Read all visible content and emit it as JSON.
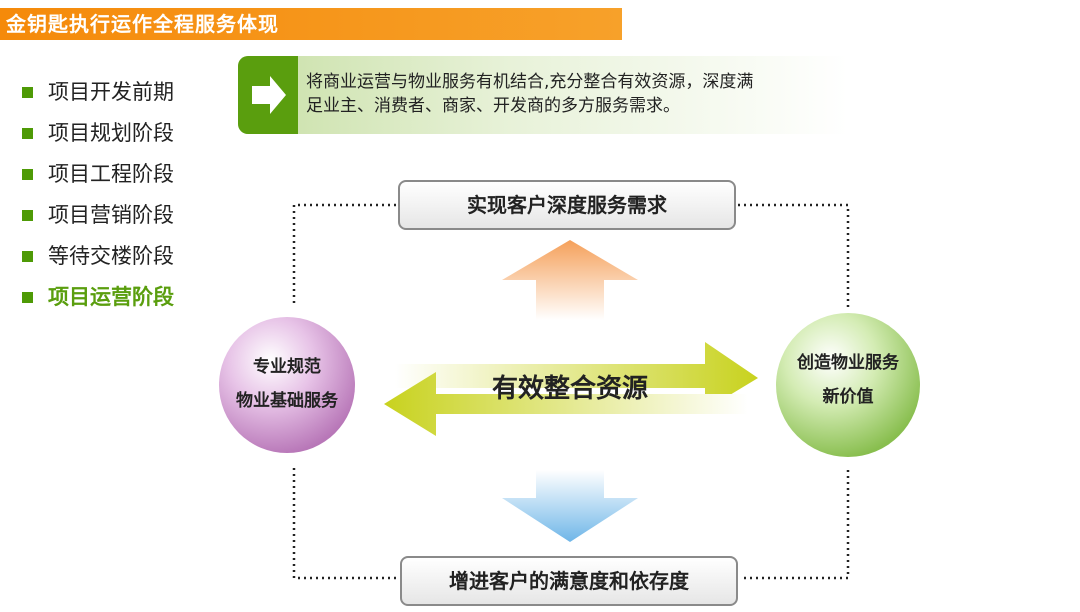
{
  "title": "金钥匙执行运作全程服务体现",
  "phases": [
    {
      "label": "项目开发前期",
      "active": false
    },
    {
      "label": "项目规划阶段",
      "active": false
    },
    {
      "label": "项目工程阶段",
      "active": false
    },
    {
      "label": "项目营销阶段",
      "active": false
    },
    {
      "label": "等待交楼阶段",
      "active": false
    },
    {
      "label": "项目运营阶段",
      "active": true
    }
  ],
  "banner": {
    "line1": "将商业运营与物业服务有机结合,充分整合有效资源，深度满",
    "line2": "足业主、消费者、商家、开发商的多方服务需求。"
  },
  "diagram": {
    "top_box": "实现客户深度服务需求",
    "bottom_box": "增进客户的满意度和依存度",
    "left_circle": {
      "line1": "专业规范",
      "line2": "物业基础服务"
    },
    "right_circle": {
      "line1": "创造物业服务",
      "line2": "新价值"
    },
    "center": "有效整合资源"
  },
  "colors": {
    "title_bar": "#f58a0a",
    "bullet": "#4e9a06",
    "active_phase": "#5a9e0e",
    "banner_arrow": "#5a9e0e",
    "left_circle": "#d9a3d9",
    "right_circle": "#b9e08a",
    "swap_arrows": "#c8d21e",
    "up_arrow": "#f5a05a",
    "down_arrow": "#6fb6e8"
  }
}
